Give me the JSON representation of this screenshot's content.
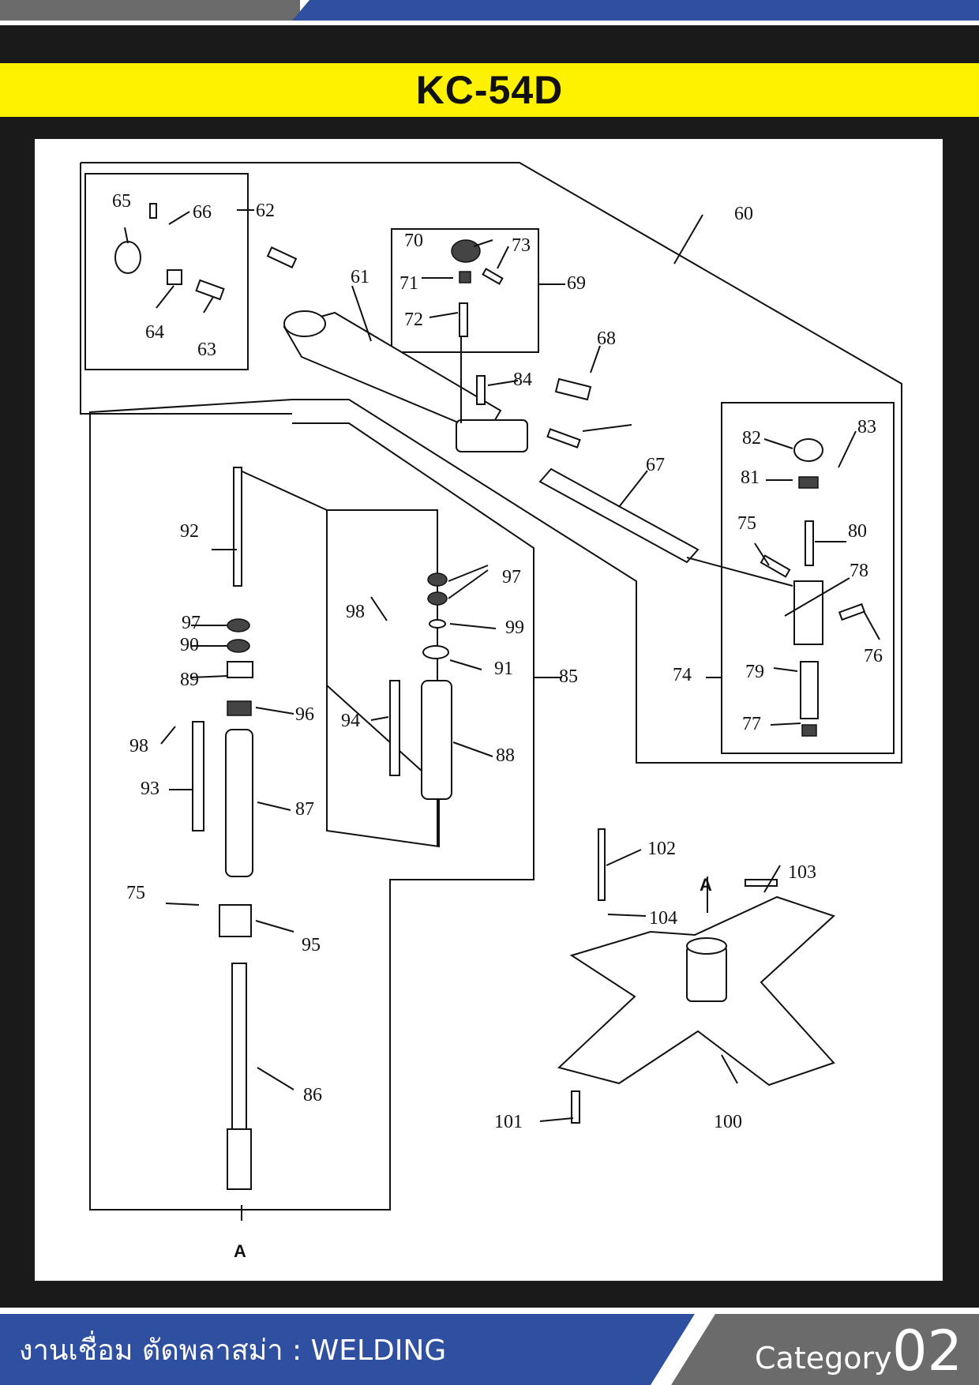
{
  "header": {
    "title": "KC-54D"
  },
  "footer": {
    "category_text": "งานเชื่อม ตัดพลาสม่า : WELDING",
    "category_label": "Category",
    "category_number": "02"
  },
  "diagram": {
    "callouts": [
      "60",
      "61",
      "62",
      "63",
      "64",
      "65",
      "66",
      "67",
      "68",
      "69",
      "70",
      "71",
      "72",
      "73",
      "74",
      "75",
      "76",
      "77",
      "78",
      "79",
      "80",
      "81",
      "82",
      "83",
      "84",
      "85",
      "86",
      "87",
      "88",
      "89",
      "90",
      "91",
      "92",
      "93",
      "94",
      "95",
      "96",
      "97",
      "98",
      "99",
      "100",
      "101",
      "102",
      "103",
      "104"
    ],
    "secondary_callouts": [
      "75",
      "97",
      "98"
    ],
    "section_marks": [
      "A",
      "A"
    ]
  },
  "colors": {
    "accent_yellow": "#fff200",
    "footer_blue": "#2f4fa1",
    "footer_gray": "#6b6b6b",
    "background": "#1a1a1a"
  }
}
